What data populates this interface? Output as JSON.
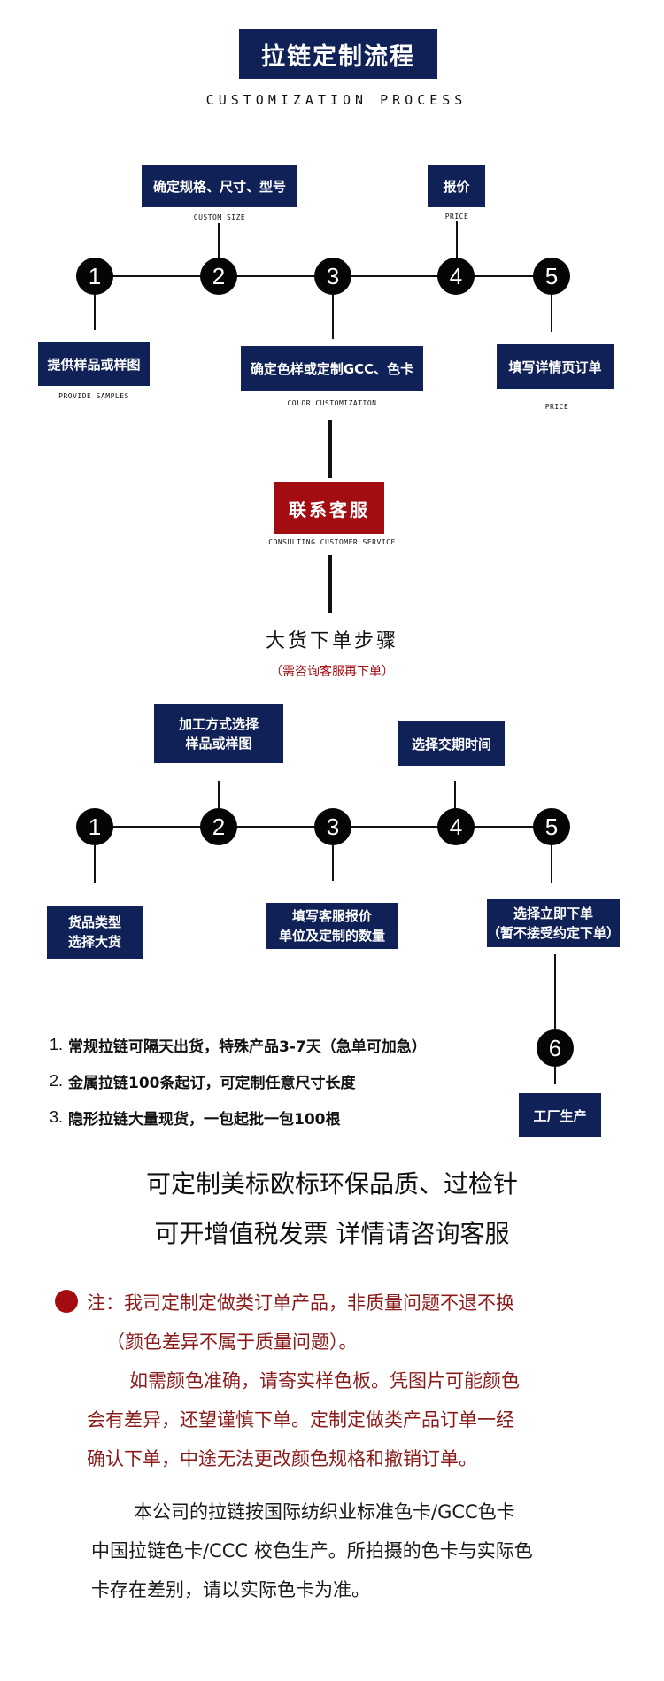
{
  "header": {
    "title": "拉链定制流程",
    "subtitle": "CUSTOMIZATION PROCESS"
  },
  "flow1": {
    "steps": [
      "1",
      "2",
      "3",
      "4",
      "5"
    ],
    "boxes": {
      "spec": "确定规格、尺寸、型号",
      "spec_caption": "CUSTOM SIZE",
      "price": "报价",
      "price_caption": "PRICE",
      "samples": "提供样品或样图",
      "samples_caption": "PROVIDE SAMPLES",
      "color": "确定色样或定制GCC、色卡",
      "color_caption": "COLOR CUSTOMIZATION",
      "order": "填写详情页订单",
      "order_caption": "PRICE"
    }
  },
  "service": {
    "label": "联系客服",
    "caption": "CONSULTING CUSTOMER SERVICE"
  },
  "bulk": {
    "title": "大货下单步骤",
    "subtitle": "（需咨询客服再下单）"
  },
  "flow2": {
    "steps": [
      "1",
      "2",
      "3",
      "4",
      "5",
      "6"
    ],
    "boxes": {
      "process_line1": "加工方式选择",
      "process_line2": "样品或样图",
      "delivery": "选择交期时间",
      "goods_line1": "货品类型",
      "goods_line2": "选择大货",
      "fill_line1": "填写客服报价",
      "fill_line2": "单位及定制的数量",
      "confirm_line1": "选择立即下单",
      "confirm_line2": "（暂不接受约定下单）",
      "factory": "工厂生产"
    }
  },
  "notes": [
    {
      "num": "1.",
      "text": "常规拉链可隔天出货，特殊产品3-7天（急单可加急）"
    },
    {
      "num": "2.",
      "text": "金属拉链100条起订，可定制任意尺寸长度"
    },
    {
      "num": "3.",
      "text": "隐形拉链大量现货，一包起批一包100根"
    }
  ],
  "slogans": {
    "line1": "可定制美标欧标环保品质、过检针",
    "line2": "可开增值税发票 详情请咨询客服"
  },
  "warning": {
    "line1": "注：我司定制定做类订单产品，非质量问题不退不换",
    "line2": "（颜色差异不属于质量问题）。",
    "line3": "如需颜色准确，请寄实样色板。凭图片可能颜色",
    "line4": "会有差异，还望谨慎下单。定制定做类产品订单一经",
    "line5": "确认下单，中途无法更改颜色规格和撤销订单。"
  },
  "statement": {
    "line1": "本公司的拉链按国际纺织业标准色卡/GCC色卡",
    "line2": "中国拉链色卡/CCC 校色生产。所拍摄的色卡与实际色",
    "line3": "卡存在差别，请以实际色卡为准。"
  },
  "colors": {
    "navy": "#0f2157",
    "red": "#a30d12",
    "warning_text": "#8b1a1a"
  }
}
